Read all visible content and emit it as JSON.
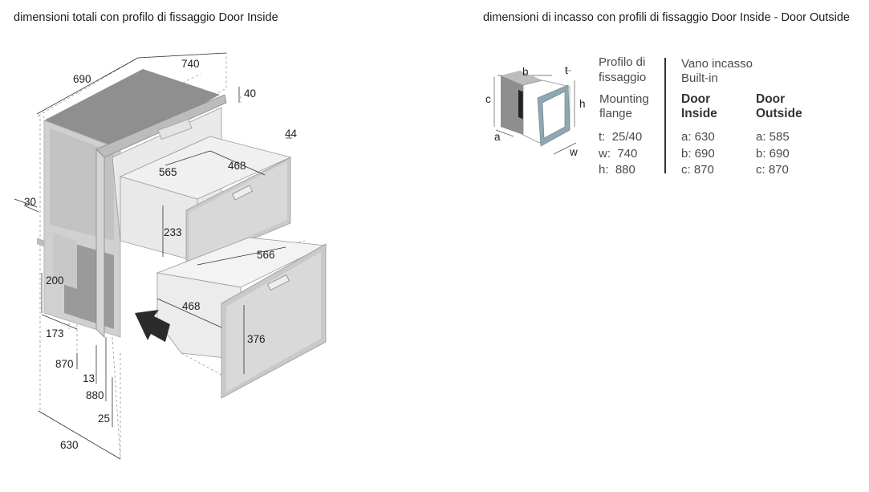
{
  "titles": {
    "left": "dimensioni totali con profilo di fissaggio Door Inside",
    "right": "dimensioni di incasso con profili di fissaggio Door Inside - Door Outside"
  },
  "drawing_dimensions": {
    "d690": "690",
    "d740": "740",
    "d40": "40",
    "d44": "44",
    "d565": "565",
    "d468a": "468",
    "d233": "233",
    "d30": "30",
    "d566": "566",
    "d200": "200",
    "d468b": "468",
    "d376": "376",
    "d173": "173",
    "d870": "870",
    "d13": "13",
    "d880": "880",
    "d25": "25",
    "d630": "630"
  },
  "icon_letters": {
    "b": "b",
    "t": "t",
    "c": "c",
    "h": "h",
    "a": "a",
    "w": "w"
  },
  "table": {
    "flange_it": [
      "Profilo di",
      "fissaggio"
    ],
    "flange_en": [
      "Mounting",
      "flange"
    ],
    "flange_values": [
      "t:  25/40",
      "w:  740",
      "h:  880"
    ],
    "builtin_it": "Vano incasso",
    "builtin_en": "Built-in",
    "door_inside": [
      "Door",
      "Inside"
    ],
    "door_outside": [
      "Door",
      "Outside"
    ],
    "inside_values": [
      "a: 630",
      "b: 690",
      "c: 870"
    ],
    "outside_values": [
      "a: 585",
      "b: 690",
      "c: 870"
    ]
  },
  "colors": {
    "body_gray": "#8e8e8e",
    "panel_gray": "#bdbdbd",
    "frame_blue": "#8fa7b0",
    "arrow": "#2b2b2b"
  }
}
